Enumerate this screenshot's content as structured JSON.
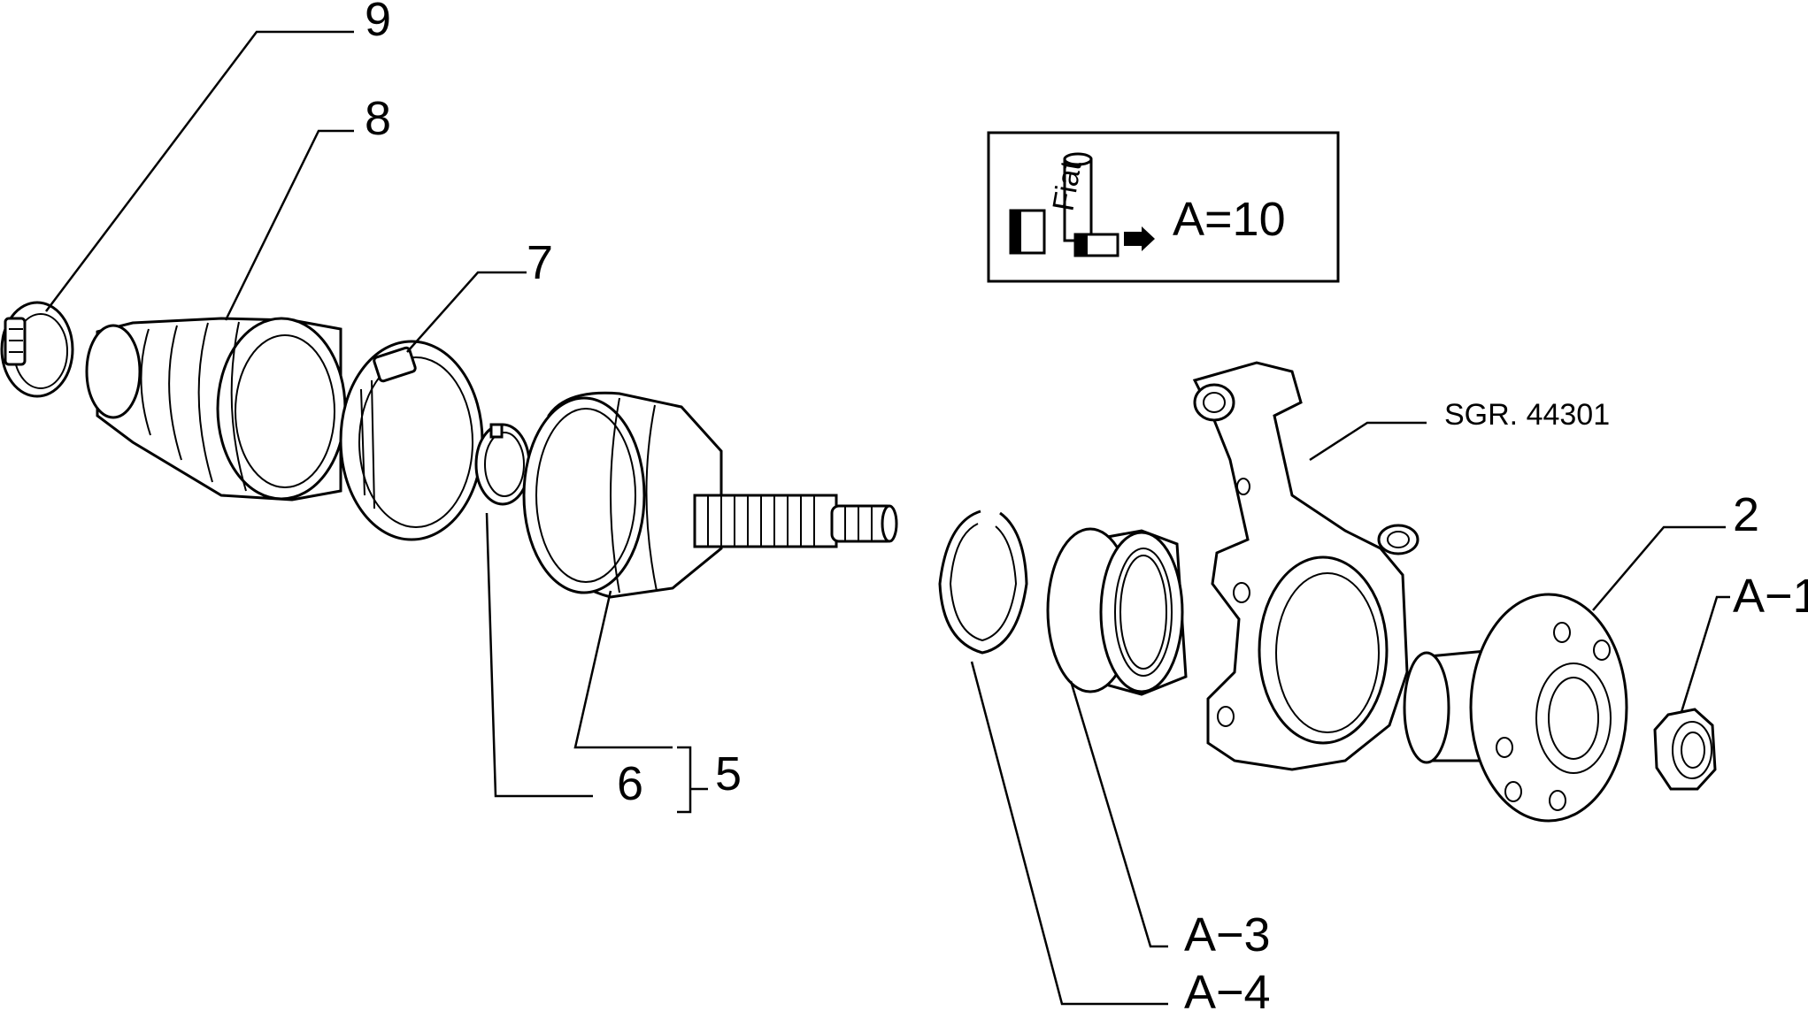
{
  "callouts": {
    "c9": "9",
    "c8": "8",
    "c7": "7",
    "c6": "6",
    "c5": "5",
    "c2": "2",
    "cA1": "A−1",
    "cA3": "A−3",
    "cA4": "A−4",
    "sgr": "SGR. 44301"
  },
  "inset": {
    "text": "A=10",
    "icon_text": "Fiat"
  }
}
